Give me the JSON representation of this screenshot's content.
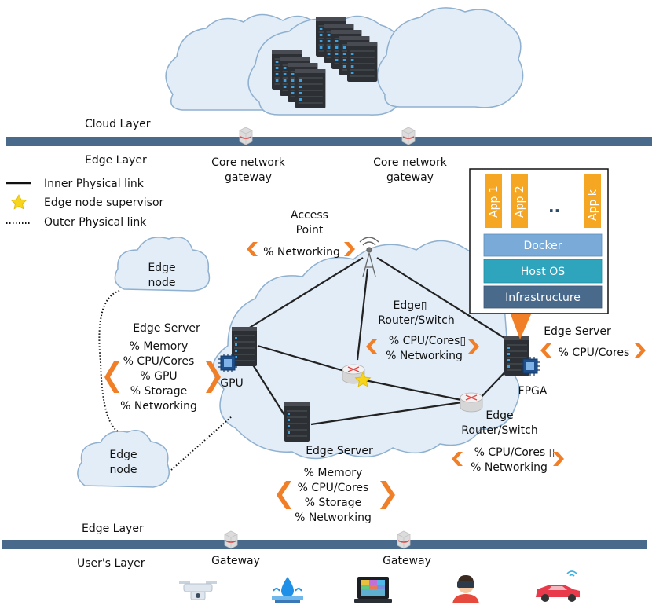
{
  "layers": {
    "cloud": "Cloud Layer",
    "edge_top": "Edge Layer",
    "edge_bottom": "Edge Layer",
    "user": "User's Layer"
  },
  "legend": {
    "inner_link": "Inner Physical link",
    "supervisor": "Edge node supervisor",
    "outer_link": "Outer Physical link"
  },
  "gateways": {
    "core_1": [
      "Core network",
      "gateway"
    ],
    "core_2": [
      "Core network",
      "gateway"
    ],
    "user_1": "Gateway",
    "user_2": "Gateway"
  },
  "access_point": {
    "title": [
      "Access",
      "Point"
    ],
    "resources": [
      "% Networking"
    ]
  },
  "edge_nodes": {
    "node_1": [
      "Edge",
      "node"
    ],
    "node_2": [
      "Edge",
      "node"
    ]
  },
  "edge_server_left": {
    "title": "Edge Server",
    "resources": [
      "% Memory",
      "% CPU/Cores",
      "% GPU",
      "% Storage",
      "% Networking"
    ],
    "accelerator": "GPU"
  },
  "router_center": {
    "title": [
      "Edge▯",
      "Router/Switch"
    ],
    "resources": [
      "% CPU/Cores▯",
      "% Networking"
    ]
  },
  "edge_server_right": {
    "title": "Edge Server",
    "resources": [
      "% CPU/Cores"
    ],
    "accelerator": "FPGA"
  },
  "router_right": {
    "title": [
      "Edge",
      "Router/Switch"
    ],
    "resources": [
      "% CPU/Cores ▯",
      "% Networking"
    ]
  },
  "edge_server_bottom": {
    "title": "Edge Server",
    "resources": [
      "% Memory",
      "% CPU/Cores",
      "% Storage",
      "% Networking"
    ]
  },
  "stack": {
    "apps": [
      "App 1",
      "App 2",
      "App k"
    ],
    "ellipsis": "..",
    "docker": "Docker",
    "host_os": "Host OS",
    "infrastructure": "Infrastructure"
  },
  "colors": {
    "layer_bar": "#4a6a8c",
    "cloud_fill": "#e2edf8",
    "cloud_stroke": "#8fb0cf",
    "orange": "#f07f28",
    "app_fill": "#f5a623",
    "docker": "#7aaad8",
    "host_os": "#2fa5bd",
    "infrastructure": "#4a6a8c"
  }
}
